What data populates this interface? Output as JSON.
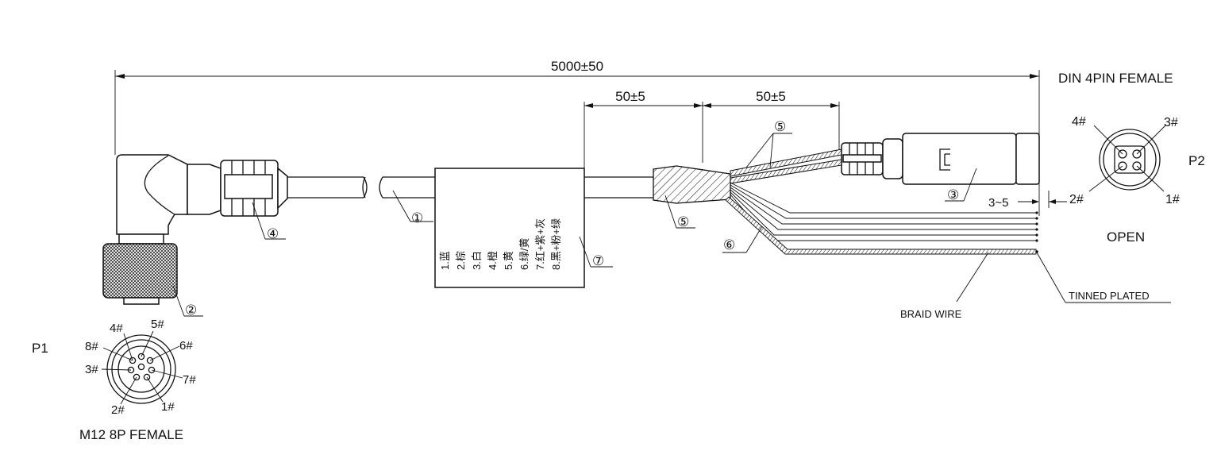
{
  "dimensions": {
    "overall_length": "5000±50",
    "label_offset": "50±5",
    "sleeve_length": "50±5",
    "strip_length": "3~5"
  },
  "connectors": {
    "p1": {
      "id": "P1",
      "type": "M12 8P FEMALE",
      "pins": [
        "1#",
        "2#",
        "3#",
        "4#",
        "5#",
        "6#",
        "7#",
        "8#"
      ]
    },
    "p2": {
      "id": "P2",
      "type": "DIN 4PIN FEMALE",
      "pins": [
        "1#",
        "2#",
        "3#",
        "4#"
      ],
      "end_note": "OPEN"
    }
  },
  "label_lines": [
    "1.蓝",
    "2.棕",
    "3.白",
    "4.橙",
    "5.黄",
    "6.绿/黄",
    "7.红+紫+灰",
    "8.黑+粉+绿"
  ],
  "callouts": [
    "①",
    "②",
    "③",
    "④",
    "⑤",
    "⑤",
    "⑥",
    "⑦"
  ],
  "notes": {
    "braid": "BRAID WIRE",
    "tinned": "TINNED PLATED"
  },
  "colors": {
    "line": "#111111",
    "background": "#ffffff"
  }
}
